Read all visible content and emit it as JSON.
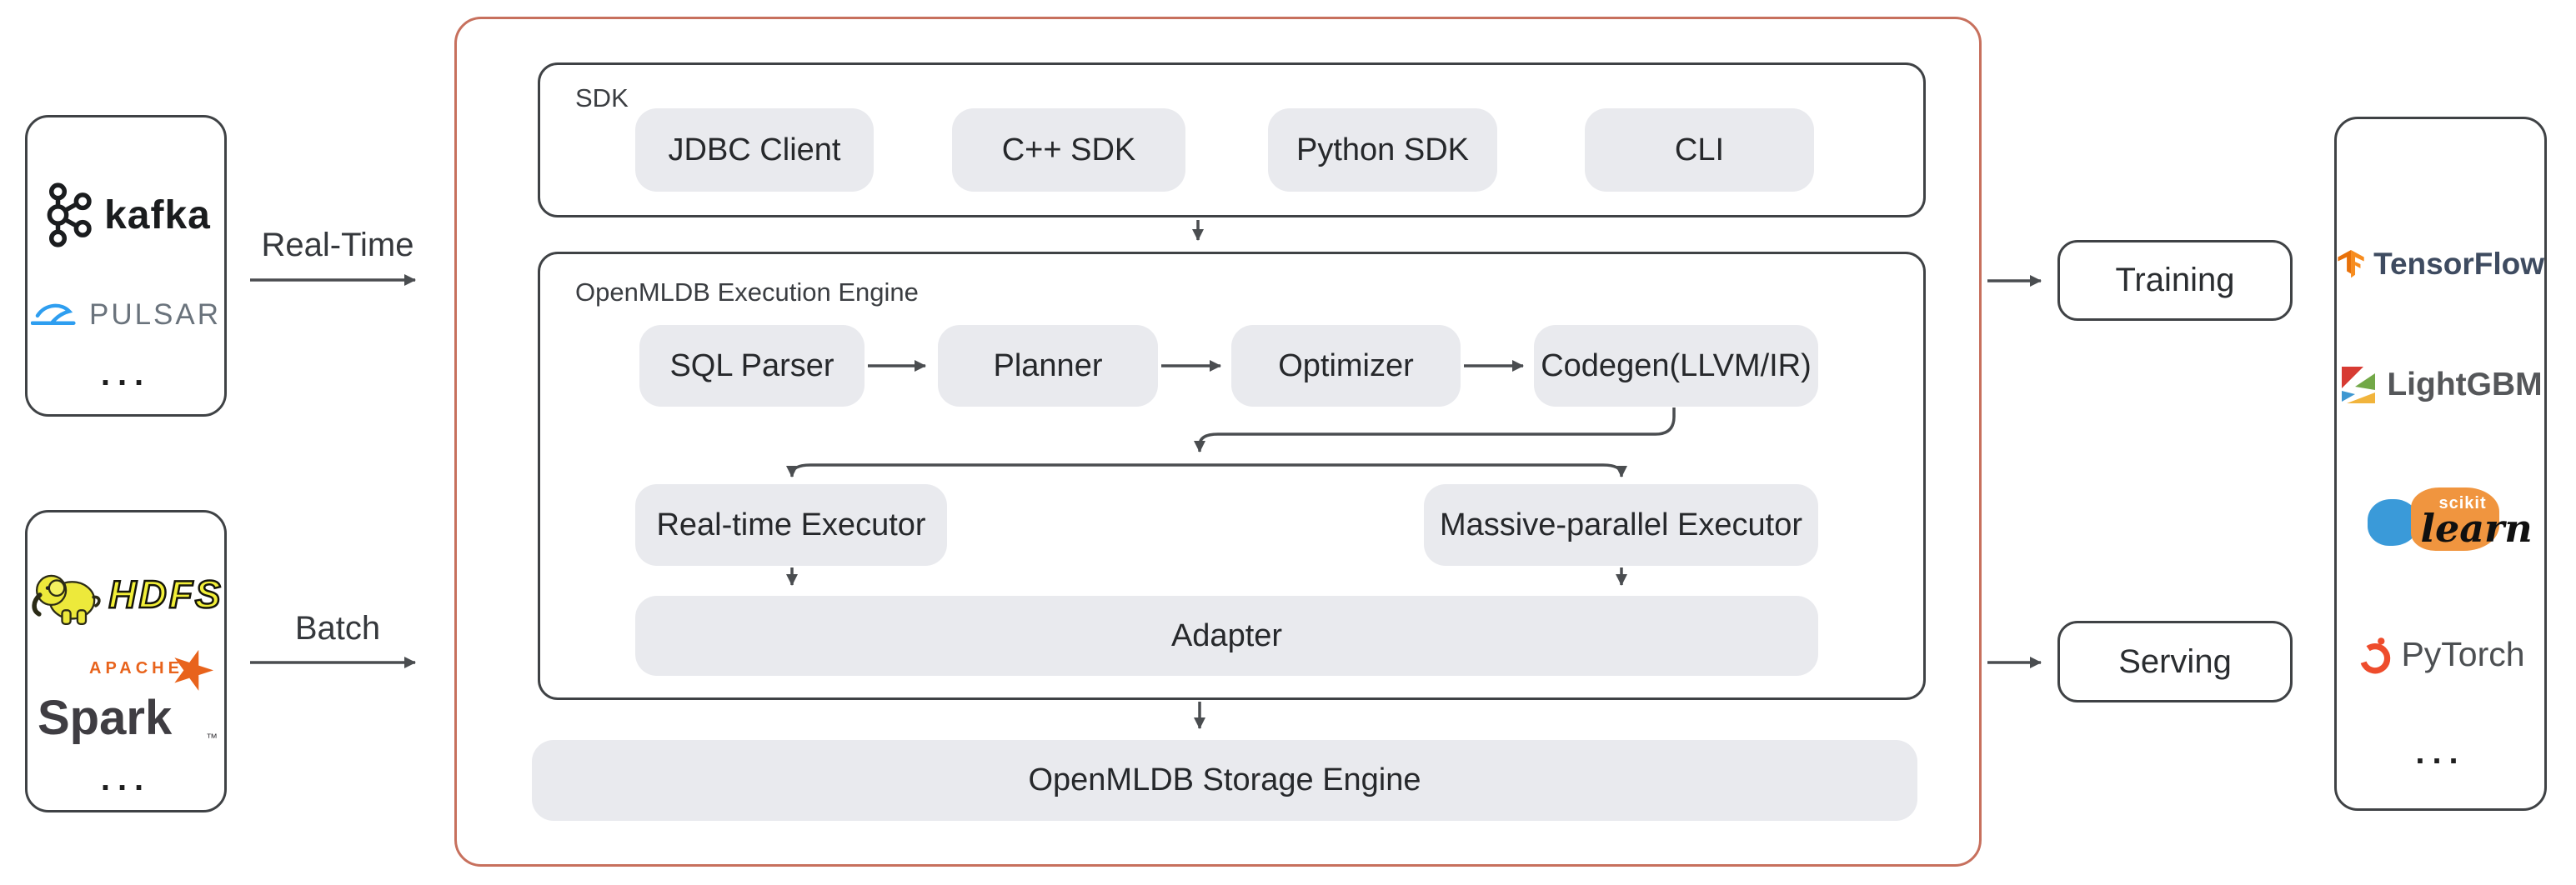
{
  "colors": {
    "accent_red_border": "#C7705D",
    "pill_gray": "#E9EAEE",
    "dark_border": "#3F4245",
    "arrow": "#4A4D50",
    "kafka_black": "#1A1C1E",
    "pulsar_blue": "#2E9EF0",
    "hdfs_yellow": "#F2EF38",
    "spark_orange": "#E8631C",
    "tensorflow_orange": "#F78C1E",
    "lightgbm_red": "#D73B33",
    "lightgbm_green": "#72A847",
    "lightgbm_blue": "#3E97D1",
    "lightgbm_yellow": "#F1B43C",
    "sklearn_blue": "#3A9AD9",
    "sklearn_orange": "#F0953F",
    "pytorch_orange": "#EE4C2C"
  },
  "left_panels": {
    "streaming": {
      "kafka_label": "kafka",
      "pulsar_label": "PULSAR",
      "more": "..."
    },
    "batch": {
      "hdfs_label": "HDFS",
      "spark_apache": "APACHE",
      "spark_label": "Spark",
      "spark_tm": "™",
      "more": "..."
    }
  },
  "flow_labels": {
    "realtime": "Real-Time",
    "batch": "Batch"
  },
  "core": {
    "sdk": {
      "title": "SDK",
      "items": [
        "JDBC Client",
        "C++ SDK",
        "Python SDK",
        "CLI"
      ]
    },
    "engine": {
      "title": "OpenMLDB Execution Engine",
      "pipeline": [
        "SQL Parser",
        "Planner",
        "Optimizer",
        "Codegen(LLVM/IR)"
      ],
      "executors": [
        "Real-time Executor",
        "Massive-parallel Executor"
      ],
      "adapter": "Adapter"
    },
    "storage": "OpenMLDB Storage Engine"
  },
  "right": {
    "training": "Training",
    "serving": "Serving",
    "frameworks": {
      "tensorflow": "TensorFlow",
      "lightgbm": "LightGBM",
      "scikit_top": "scikit",
      "scikit_bottom": "learn",
      "pytorch": "PyTorch",
      "more": "..."
    }
  }
}
